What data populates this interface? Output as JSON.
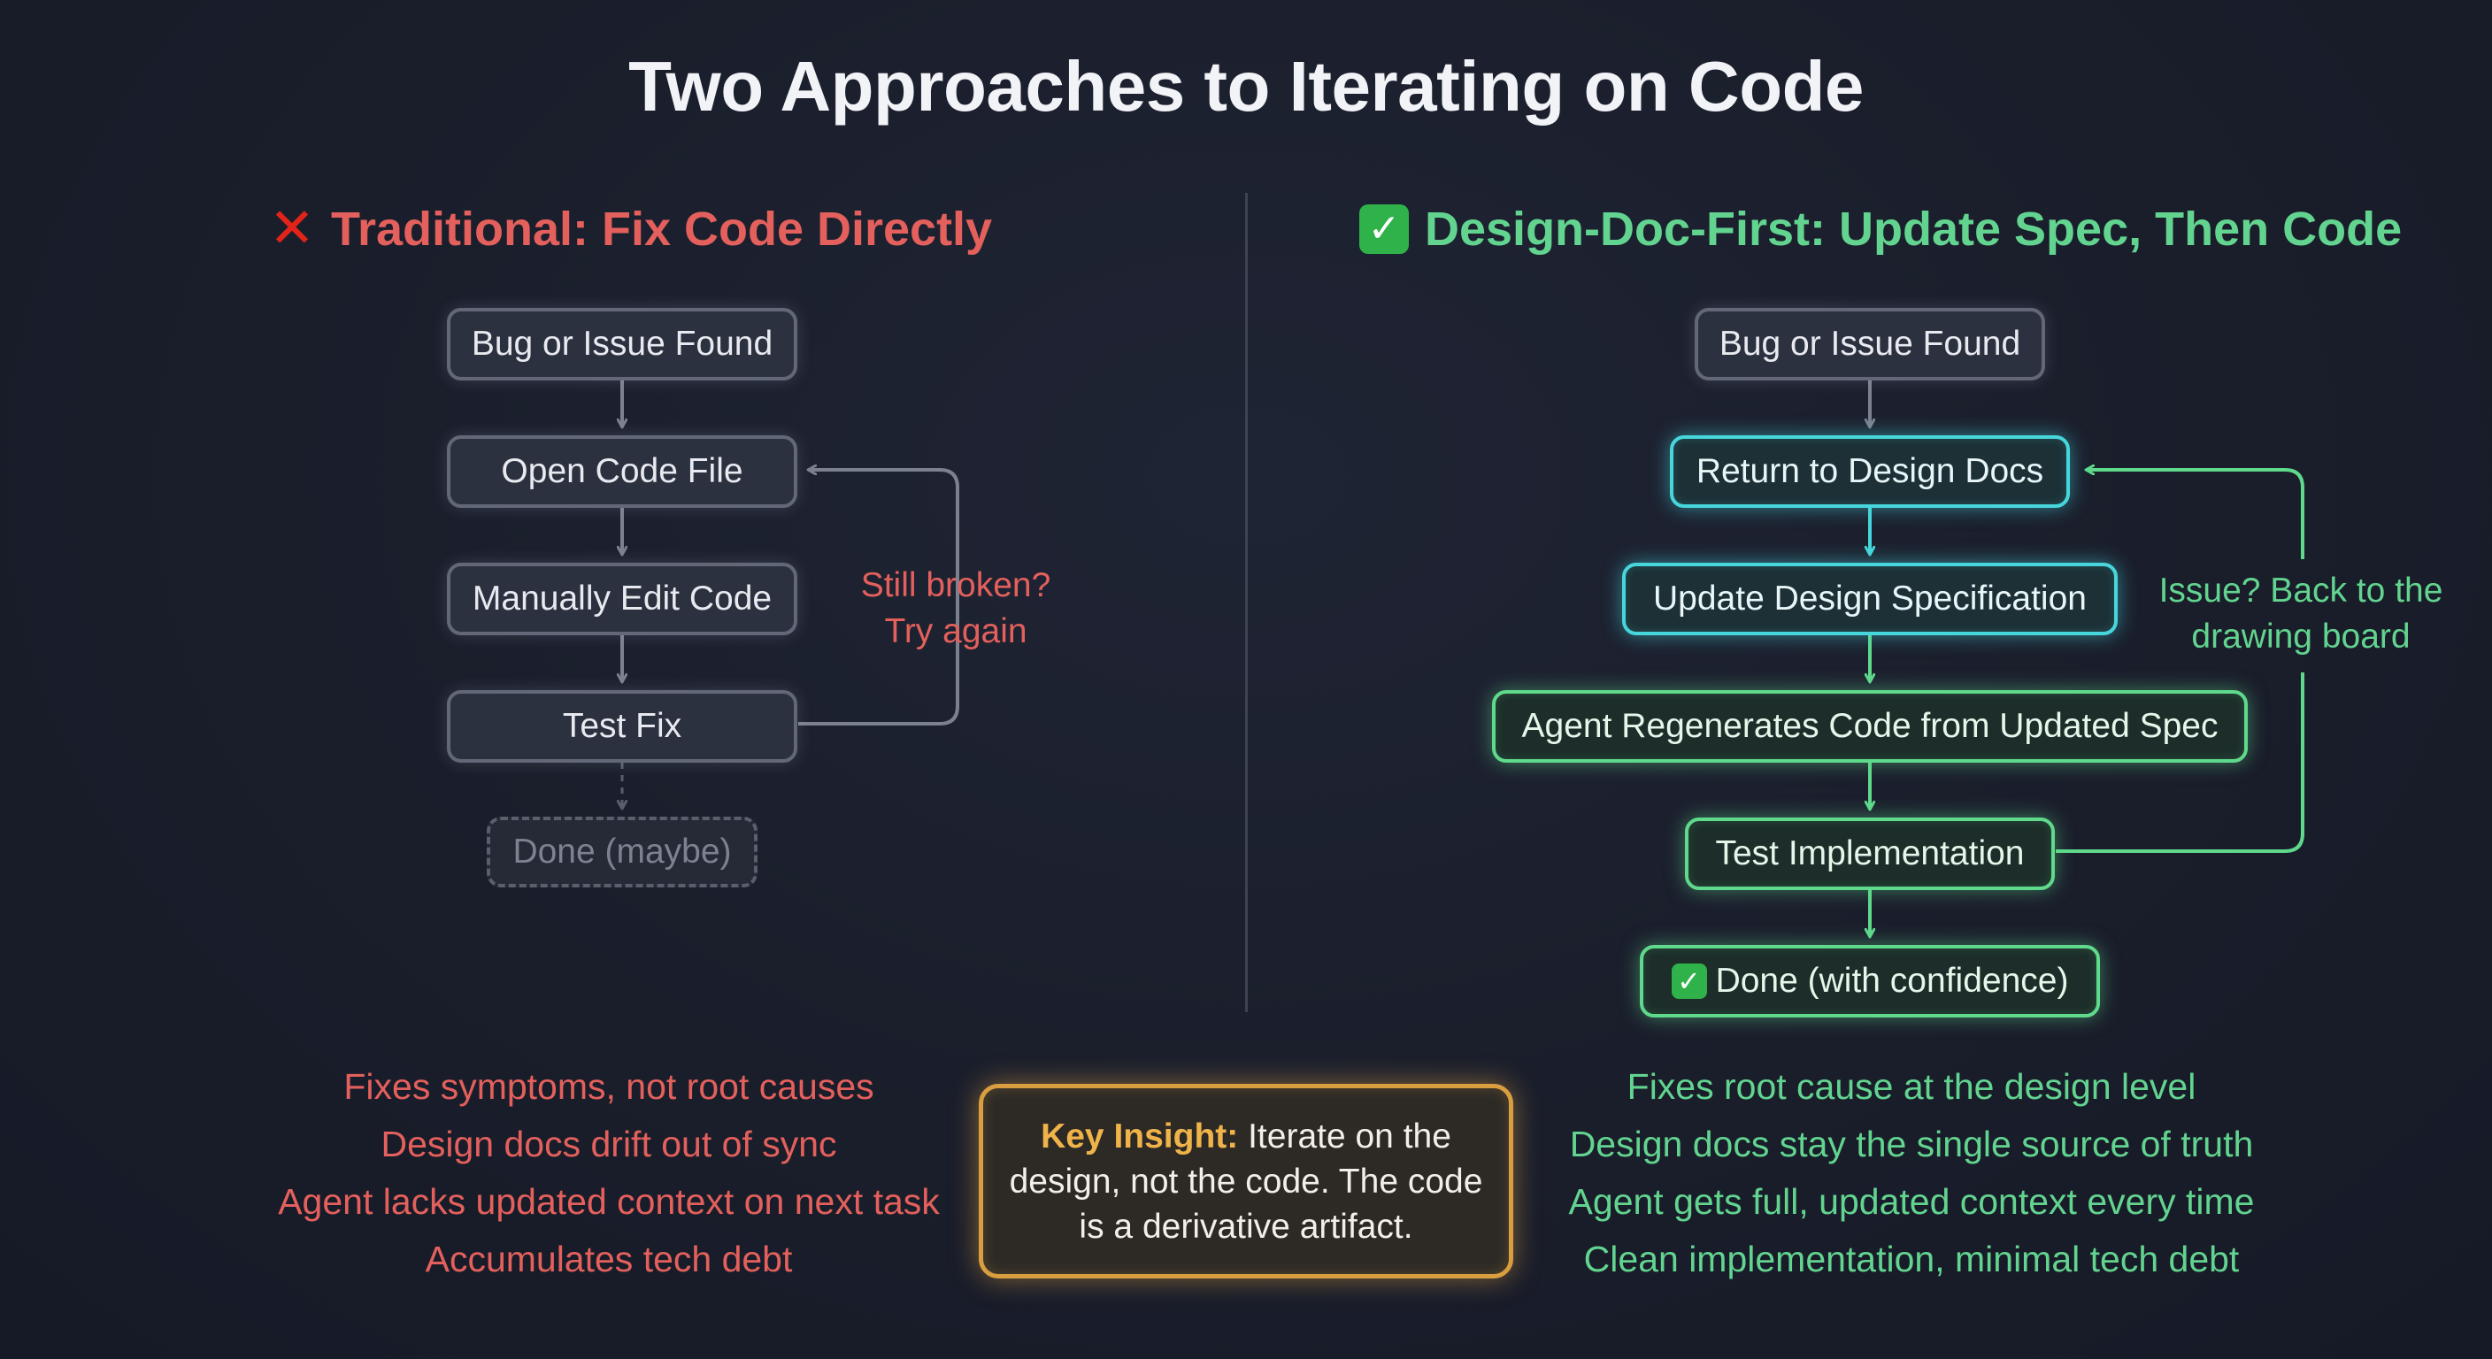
{
  "title": "Two Approaches to Iterating on Code",
  "colors": {
    "traditional_accent": "#e3605c",
    "design_doc_accent": "#62d48f",
    "teal_accent": "#46d6dc",
    "gray_arrow": "#7c8190",
    "insight_accent": "#f0b34a"
  },
  "traditional": {
    "heading": "Traditional: Fix Code Directly",
    "heading_icon": "cross-mark-icon",
    "steps": {
      "bug_found": "Bug or Issue Found",
      "open_file": "Open Code File",
      "edit_code": "Manually Edit Code",
      "test_fix": "Test Fix",
      "done": "Done (maybe)"
    },
    "loop_label": [
      "Still broken?",
      "Try again"
    ],
    "bullets": [
      "Fixes symptoms, not root causes",
      "Design docs drift out of sync",
      "Agent lacks updated context on next task",
      "Accumulates tech debt"
    ]
  },
  "design_doc_first": {
    "heading": "Design-Doc-First: Update Spec, Then Code",
    "heading_icon": "check-mark-icon",
    "steps": {
      "bug_found": "Bug or Issue Found",
      "return_docs": "Return to Design Docs",
      "update_spec": "Update Design Specification",
      "regenerate": "Agent Regenerates Code from Updated Spec",
      "test_impl": "Test Implementation",
      "done": "Done (with confidence)"
    },
    "loop_label": [
      "Issue? Back to the",
      "drawing board"
    ],
    "bullets": [
      "Fixes root cause at the design level",
      "Design docs stay the single source of truth",
      "Agent gets full, updated context every time",
      "Clean implementation, minimal tech debt"
    ]
  },
  "key_insight": {
    "label": "Key Insight:",
    "text": "Iterate on the design, not the code. The code is a derivative artifact."
  }
}
